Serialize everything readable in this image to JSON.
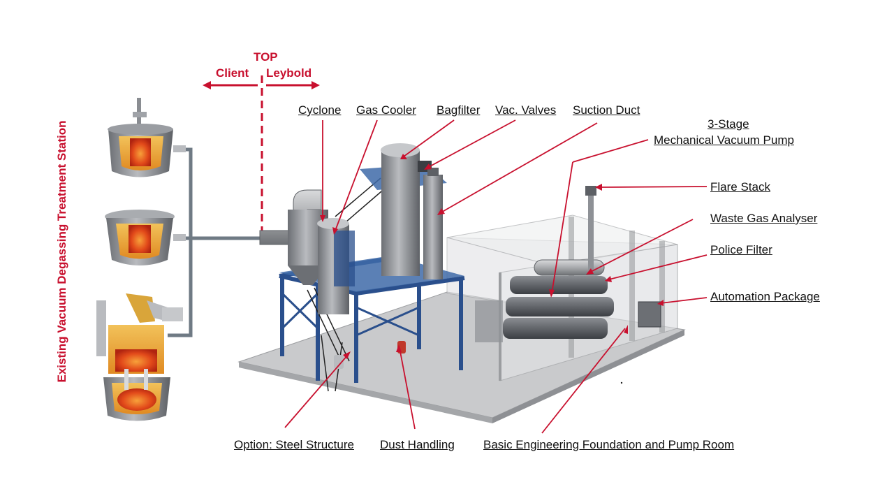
{
  "side_title": "Existing Vacuum Degassing Treatment Station",
  "scope": {
    "top": "TOP",
    "client": "Client",
    "leybold": "Leybold"
  },
  "labels": {
    "cyclone": "Cyclone",
    "gas_cooler": "Gas Cooler",
    "bagfilter": "Bagfilter",
    "vac_valves": "Vac. Valves",
    "suction_duct": "Suction Duct",
    "pump_line1": "3-Stage",
    "pump_line2": "Mechanical Vacuum Pump",
    "flare_stack": "Flare Stack",
    "waste_gas": "Waste Gas Analyser",
    "police_filter": "Police Filter",
    "automation": "Automation Package",
    "steel_structure": "Option: Steel Structure",
    "dust_handling": "Dust Handling",
    "foundation": "Basic Engineering Foundation and Pump Room"
  },
  "colors": {
    "accent": "#c8102e",
    "structure": "#2a4f8c",
    "equipment": "#8e9196",
    "floor": "#c9cacc"
  }
}
